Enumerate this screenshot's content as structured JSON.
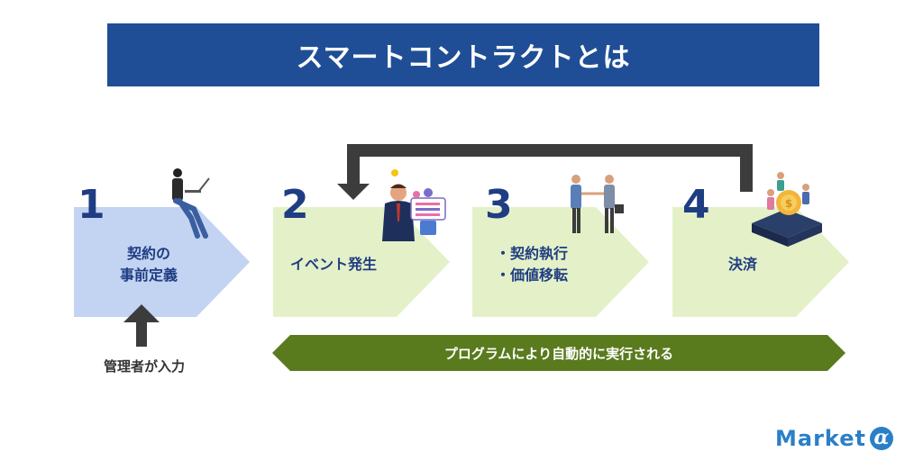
{
  "title": "スマートコントラクトとは",
  "steps": [
    {
      "number": "1",
      "lines": [
        "契約の",
        "事前定義"
      ]
    },
    {
      "number": "2",
      "lines": [
        "イベント発生"
      ]
    },
    {
      "number": "3",
      "lines": [
        "・契約執行",
        "・価値移転"
      ]
    },
    {
      "number": "4",
      "lines": [
        "決済"
      ]
    }
  ],
  "admin_input_label": "管理者が入力",
  "automatic_label": "プログラムにより自動的に実行される",
  "brand": {
    "text": "Market",
    "mark": "α"
  },
  "colors": {
    "title_bg": "#1f4e96",
    "step1_fill": "#c3d3f2",
    "step_fill": "#e4f1c8",
    "number_text": "#1f3d82",
    "loop_arrow": "#3c3c3c",
    "bottom_arrow": "#5a7a1e",
    "brand": "#2a7fc8"
  },
  "icons": [
    "person-laptop-icon",
    "businessman-idea-icon",
    "handshake-icon",
    "coins-people-icon"
  ]
}
